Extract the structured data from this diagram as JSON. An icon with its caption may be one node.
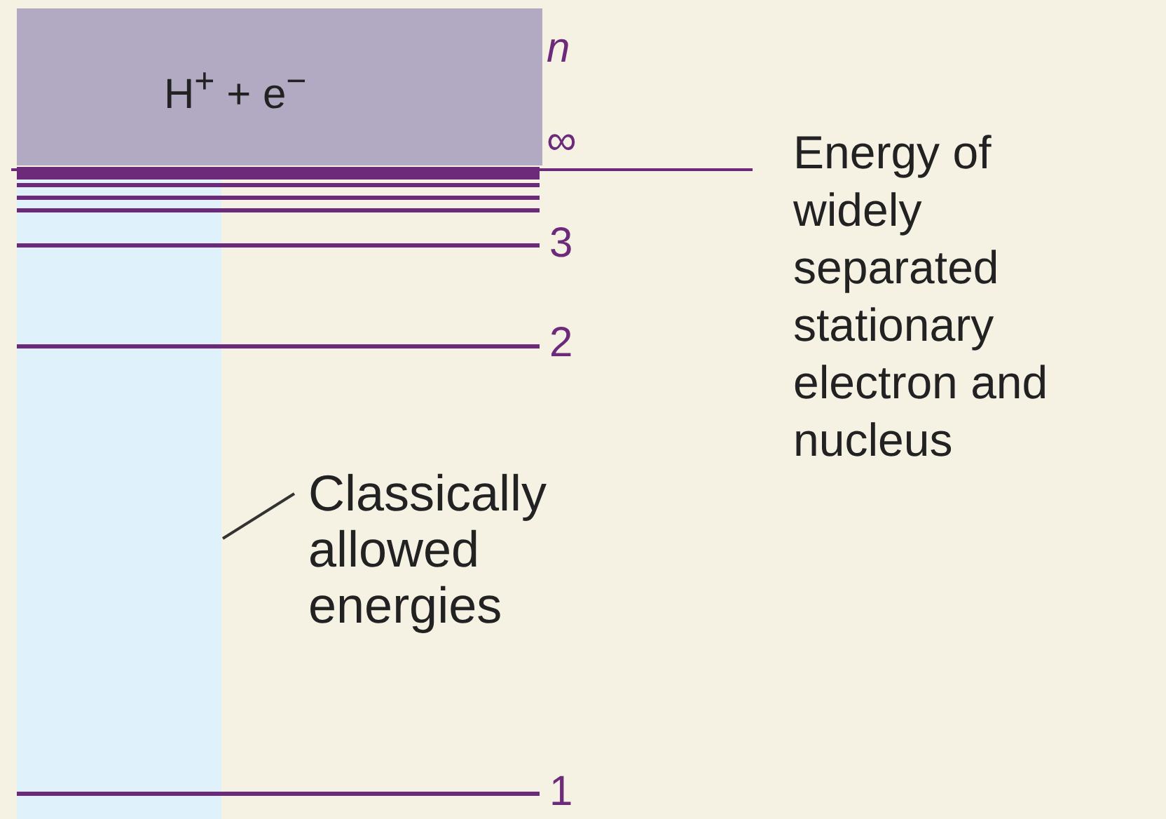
{
  "diagram": {
    "nodes": [
      {
        "text": [
          "H$^{+}$ + e$^{−}$"
        ]
      },
      {
        "text": [
          "Classically allowed energies"
        ]
      },
      {
        "text": [],
        "shape": "bar"
      }
    ],
    "edges": [
      {
        "from": 1,
        "to": 2,
        "arrow": "none"
      }
    ],
    "labels": [
      "n",
      "∞",
      "Energy of widely separated stationary electron and nucleus",
      "3",
      "2",
      "1"
    ]
  }
}
